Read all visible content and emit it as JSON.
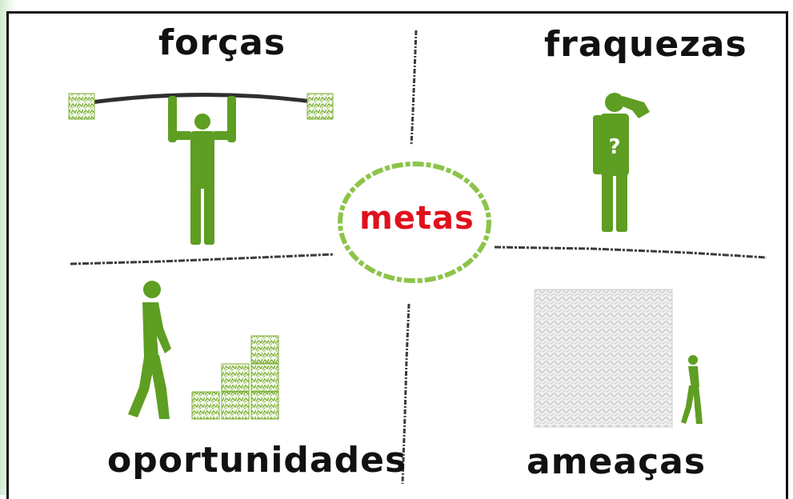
{
  "quadrants": {
    "strengths": {
      "label": "forças"
    },
    "weaknesses": {
      "label": "fraquezas",
      "figure_mark": "?"
    },
    "opportunities": {
      "label": "oportunidades"
    },
    "threats": {
      "label": "ameaças"
    }
  },
  "center": {
    "label": "metas"
  },
  "colors": {
    "figure_green": "#5e9e22",
    "center_text": "#e0121c",
    "circle_green": "#8cc449",
    "divider": "#3a3a3a",
    "threat_block": "#cfcfcf"
  },
  "icons": [
    "barbell-icon",
    "lifting-person-icon",
    "thinking-person-icon",
    "walking-person-icon",
    "stair-blocks-icon",
    "small-walking-person-icon",
    "threat-block-icon"
  ]
}
